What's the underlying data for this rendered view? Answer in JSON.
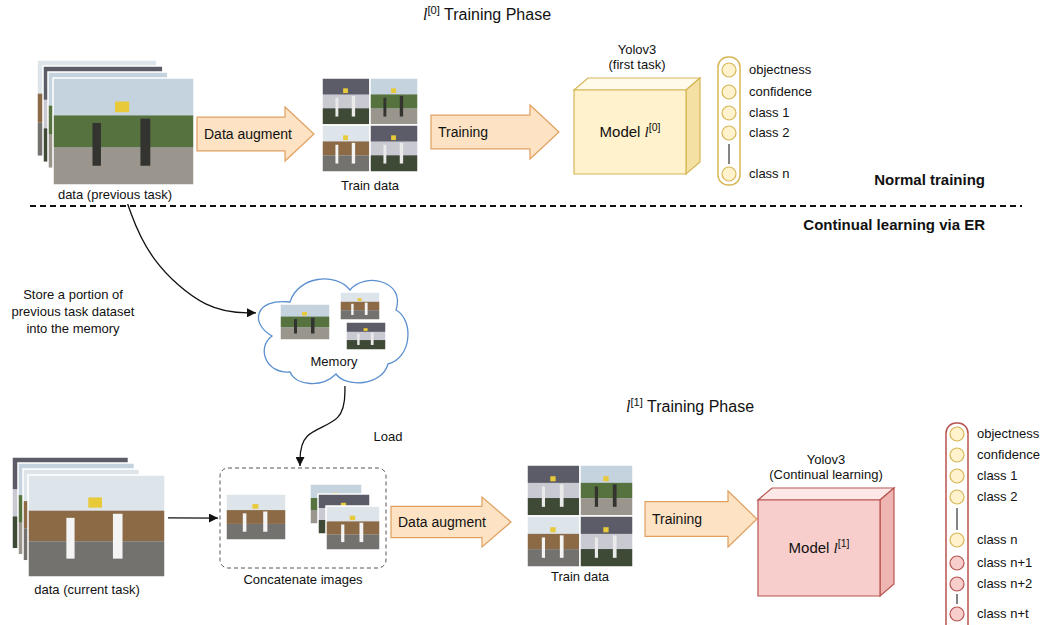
{
  "diagram": {
    "nodes": [
      {
        "text": [
          "data (previous task)"
        ]
      },
      {
        "text": [
          "Data augment"
        ]
      },
      {
        "text": [
          "Train data"
        ]
      },
      {
        "text": [
          "Training"
        ]
      },
      {
        "text": [
          "Yolov3 (first task)",
          "Model l[0]"
        ]
      },
      {
        "text": [
          "objectness",
          "confidence",
          "class 1",
          "class 2",
          "class n"
        ]
      },
      {
        "text": [
          "Memory"
        ]
      },
      {
        "text": [
          "data (current task)"
        ]
      },
      {
        "text": [
          "Concatenate images"
        ]
      },
      {
        "text": [
          "Data augment"
        ]
      },
      {
        "text": [
          "Train data"
        ]
      },
      {
        "text": [
          "Training"
        ]
      },
      {
        "text": [
          "Yolov3 (Continual learning)",
          "Model l[1]"
        ]
      },
      {
        "text": [
          "objectness",
          "confidence",
          "class 1",
          "class 2",
          "class n",
          "class n+1",
          "class n+2",
          "class n+t"
        ]
      }
    ],
    "edges": [
      {
        "from": 0,
        "to": 6,
        "arrow": "to",
        "label": "Store a portion of previous task dataset into the memory"
      },
      {
        "from": 6,
        "to": 8,
        "arrow": "to",
        "label": "Load"
      },
      {
        "from": 7,
        "to": 8,
        "arrow": "to"
      }
    ],
    "labels": [
      "l[0] Training Phase",
      "Normal training",
      "Continual learning via ER",
      "l[1] Training Phase"
    ]
  }
}
